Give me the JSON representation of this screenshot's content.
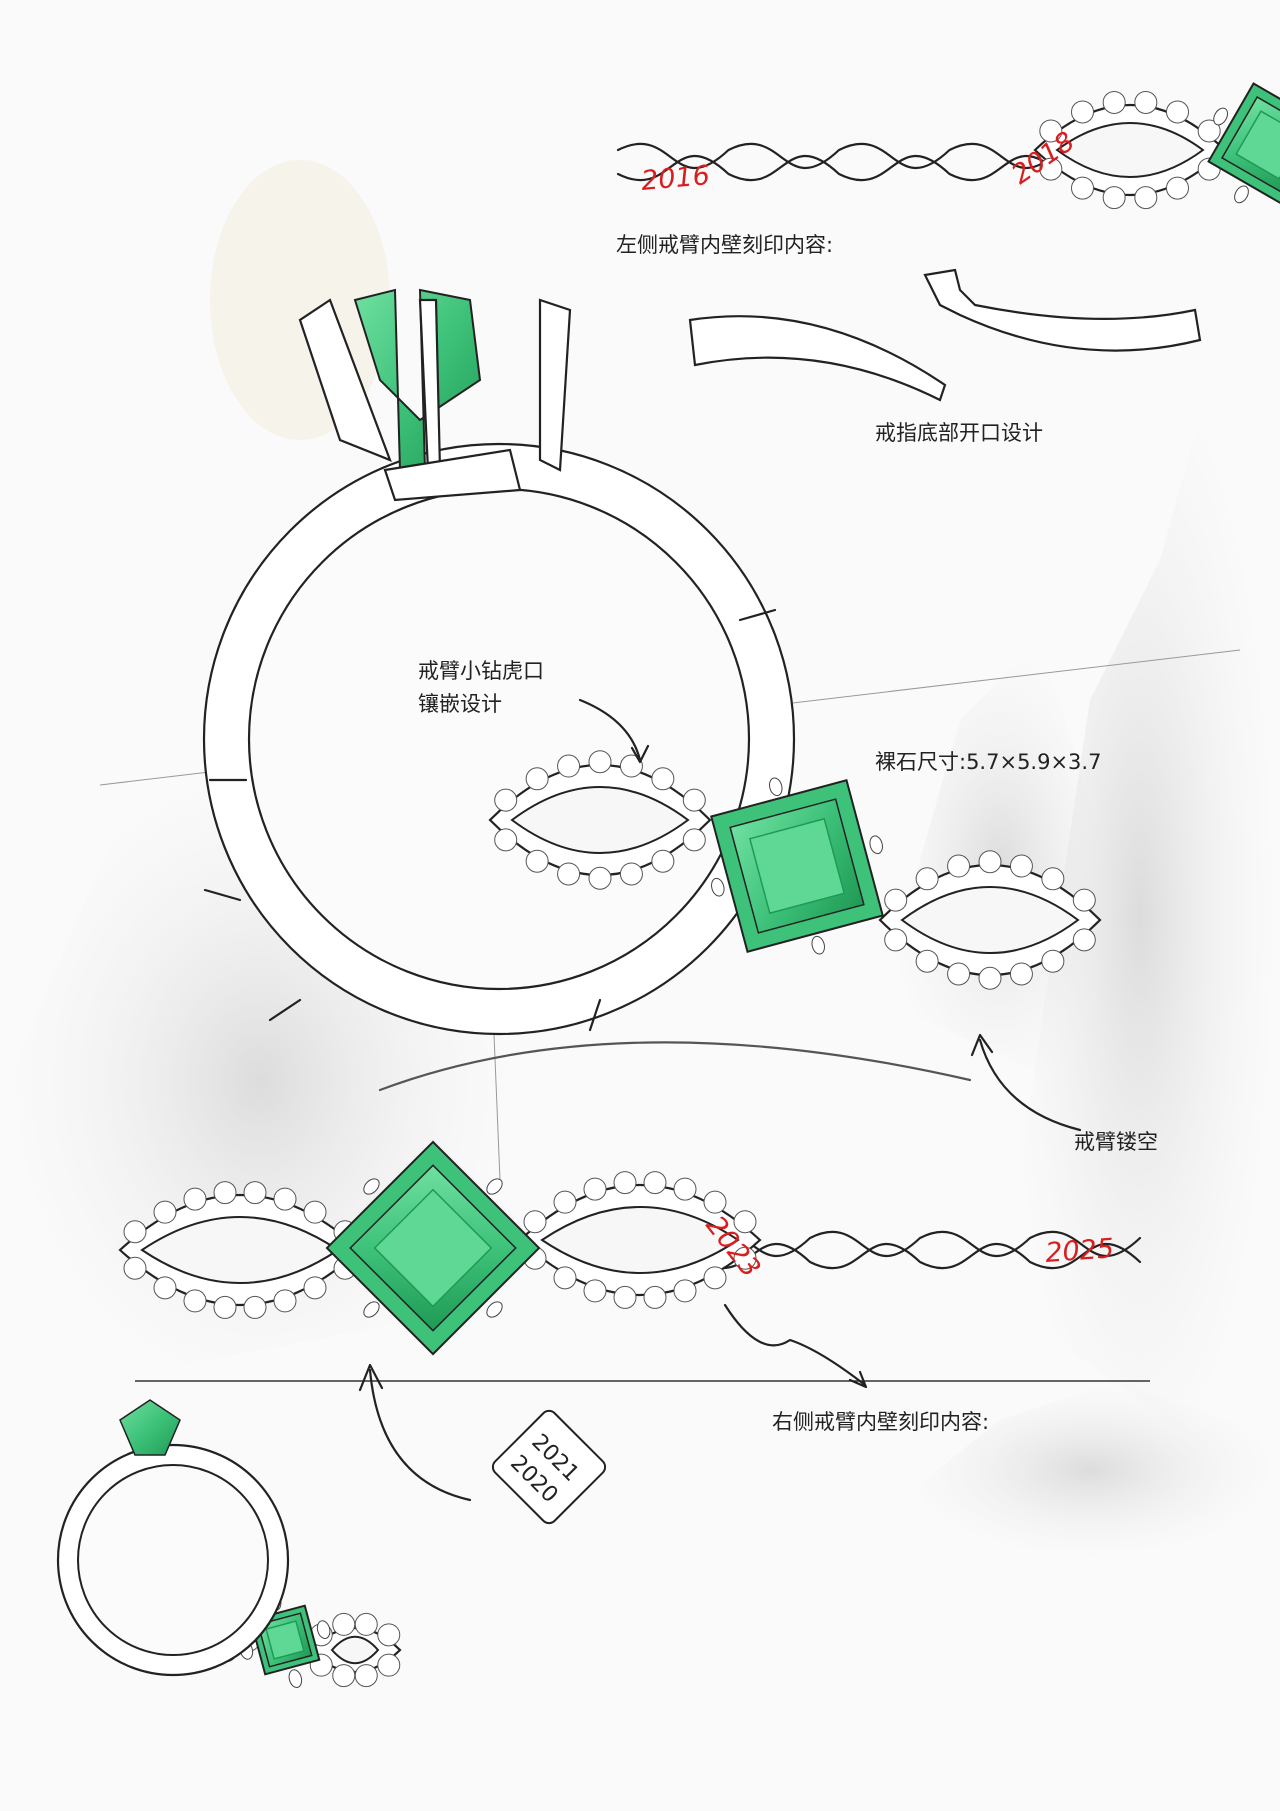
{
  "annotations": {
    "left_engraving_label": "左侧戒臂内壁刻印内容:",
    "open_bottom_design": "戒指底部开口设计",
    "tiger_claw_setting_line1": "戒臂小钻虎口",
    "tiger_claw_setting_line2": "镶嵌设计",
    "stone_size": "裸石尺寸:5.7×5.9×3.7",
    "hollow_shank": "戒臂镂空",
    "right_engraving_label": "右侧戒臂内壁刻印内容:"
  },
  "engravings": {
    "left_start": "2016",
    "left_end": "2018",
    "right_start": "2023",
    "right_end": "2025",
    "tag_line1": "2021",
    "tag_line2": "2020"
  },
  "colors": {
    "emerald": "#3ec27a",
    "emerald_dark": "#1f9a55",
    "year_red": "#d81e1e",
    "ink": "#222222"
  }
}
